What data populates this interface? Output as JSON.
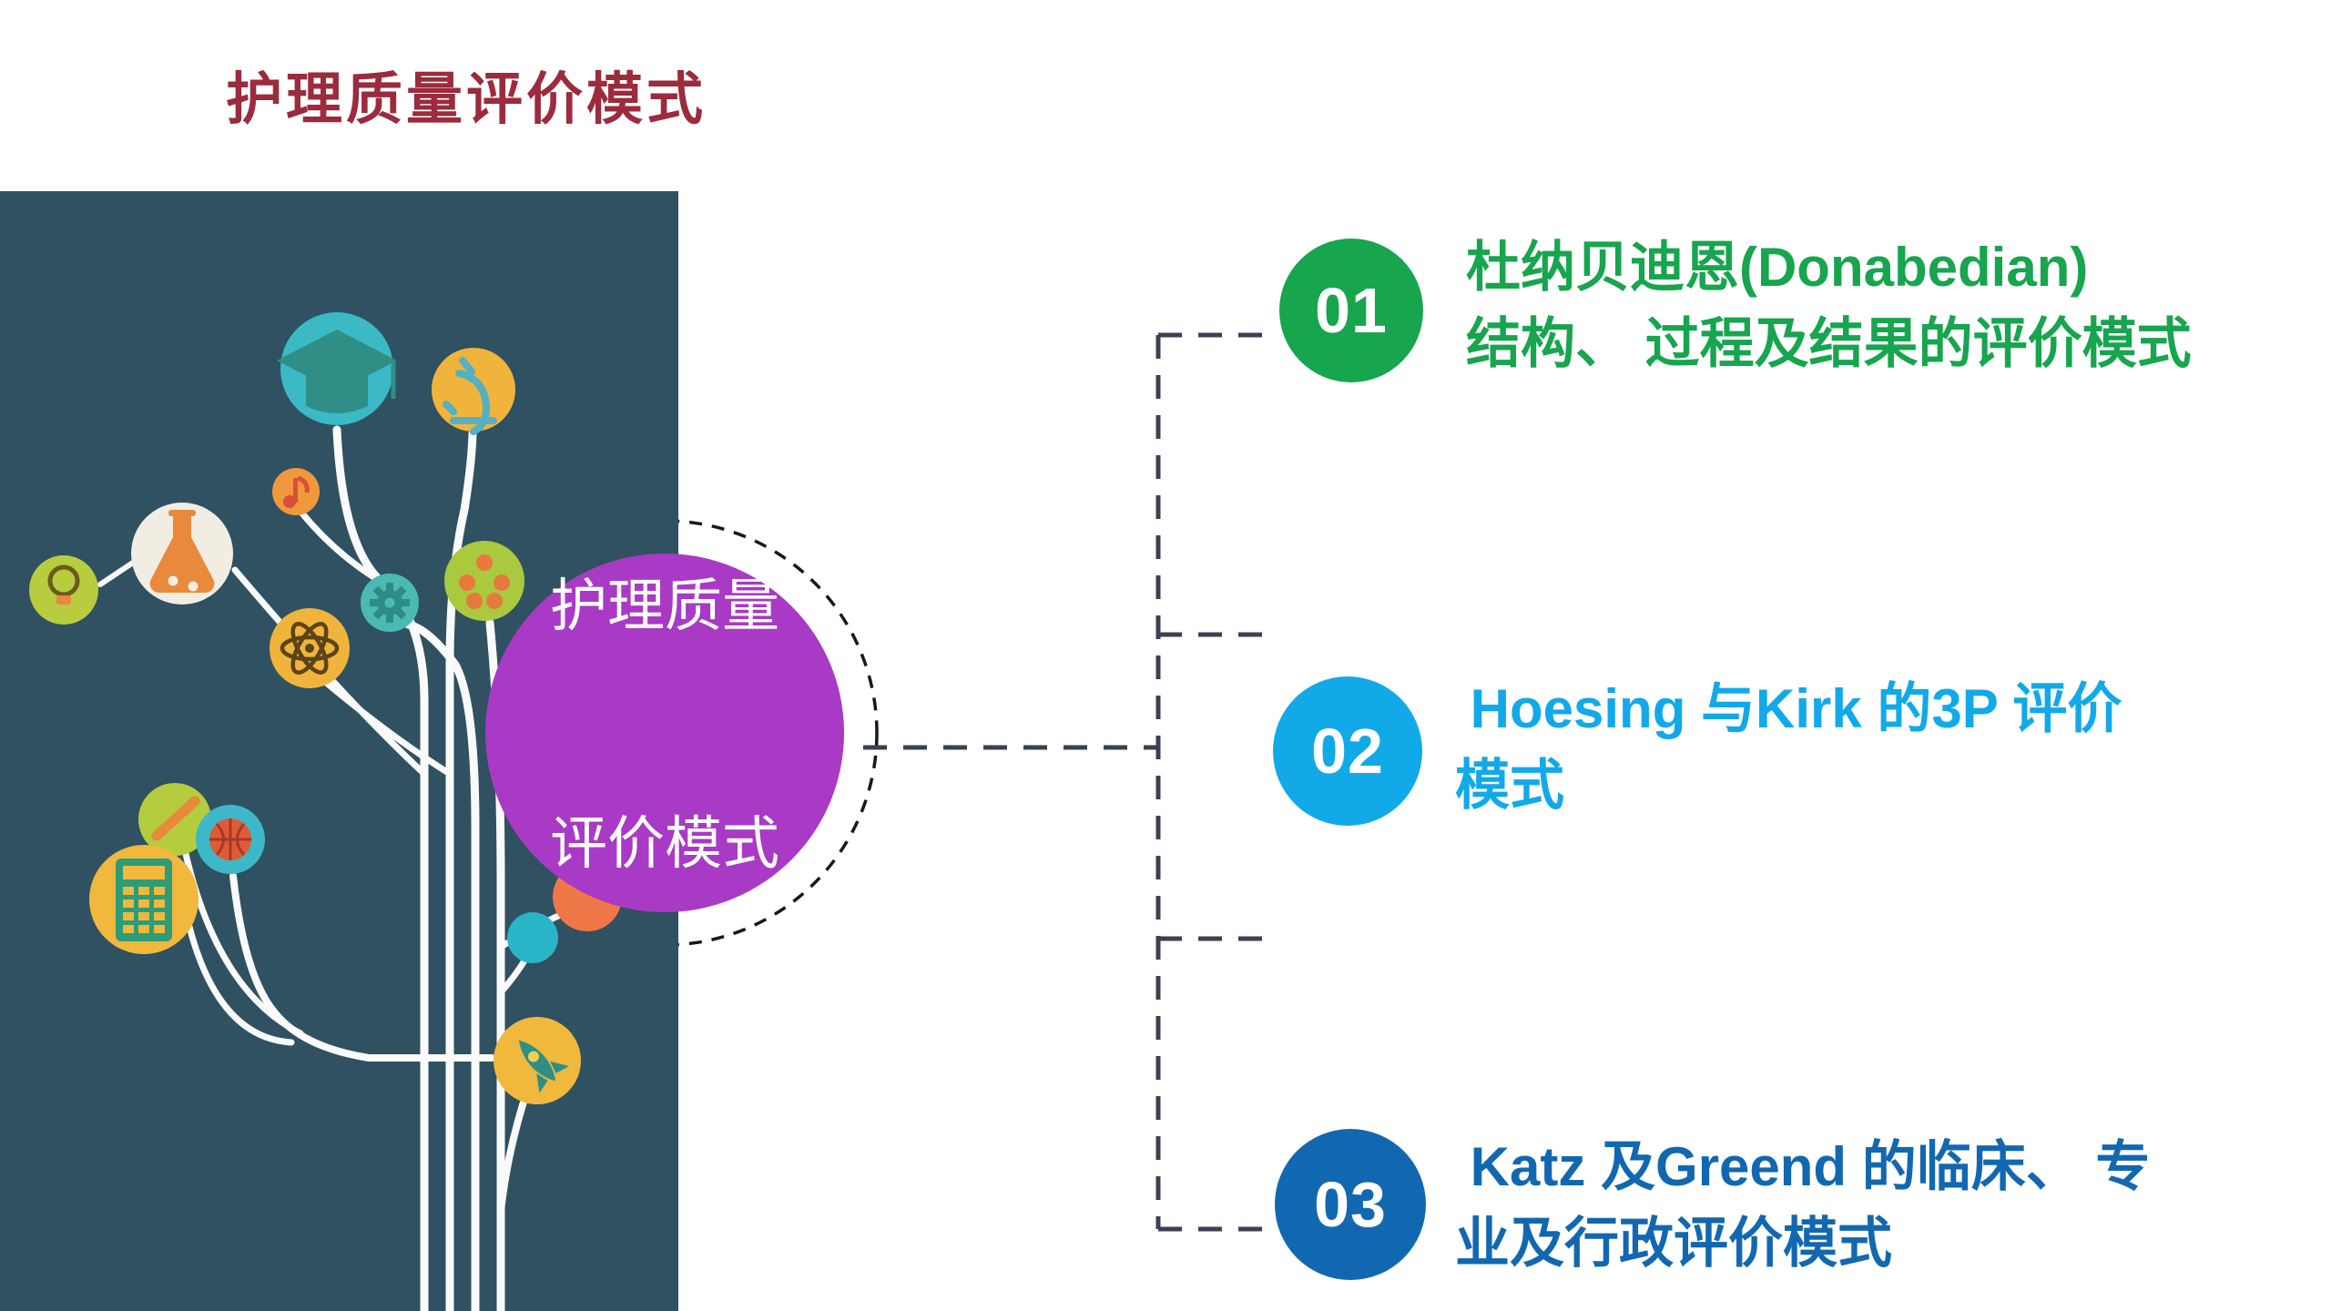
{
  "slide": {
    "title": "护理质量评价模式"
  },
  "center_circle": {
    "line1": "护理质量",
    "line2": "评价模式"
  },
  "items": [
    {
      "number": "01",
      "line1": "杜纳贝迪恩(Donabedian)",
      "line2": "结构、 过程及结果的评价模式",
      "color": "#17A54E"
    },
    {
      "number": "02",
      "line1": " Hoesing 与Kirk 的3P 评价",
      "line2": "模式",
      "color": "#12A9E9"
    },
    {
      "number": "03",
      "line1": " Katz 及Greend 的临床、 专",
      "line2": "业及行政评价模式",
      "color": "#1268B0"
    }
  ],
  "colors": {
    "title": "#9B2B3D",
    "page_background": "#FFFFFF",
    "illustration_background": "#2F5161",
    "center_circle": "#A83AC6",
    "center_text": "#FFFFFF",
    "item_01": "#17A54E",
    "item_02": "#12A9E9",
    "item_03": "#1268B0",
    "connector": "#3B4054"
  },
  "illustration_icons": [
    "graduation-cap",
    "microscope",
    "music-note",
    "flask",
    "lightbulb",
    "atom",
    "gear",
    "flower",
    "pencil",
    "calculator",
    "basketball",
    "dot",
    "rocket",
    "circle"
  ]
}
